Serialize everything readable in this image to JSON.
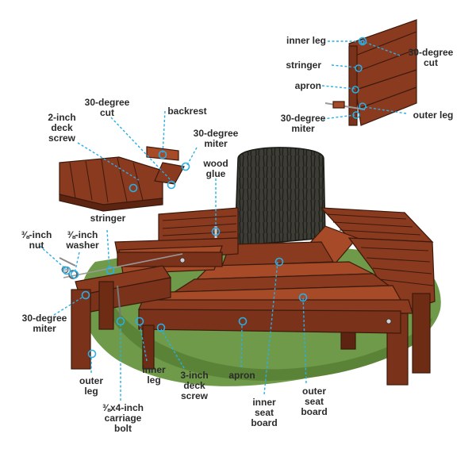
{
  "labels": {
    "inner_leg_top": "inner leg",
    "stringer_top": "stringer",
    "apron_top": "apron",
    "miter_top_1": "30-degree",
    "miter_top_2": "miter",
    "cut_top_1": "30-degree",
    "cut_top_2": "cut",
    "outer_leg_top": "outer leg",
    "deck_screw_1": "2-inch",
    "deck_screw_2": "deck",
    "deck_screw_3": "screw",
    "cut_mid_1": "30-degree",
    "cut_mid_2": "cut",
    "backrest": "backrest",
    "miter_mid_1": "30-degree",
    "miter_mid_2": "miter",
    "glue_1": "wood",
    "glue_2": "glue",
    "stringer_mid": "stringer",
    "nut_1": "⅜-inch",
    "nut_2": "nut",
    "washer_1": "⅜-inch",
    "washer_2": "washer",
    "miter_low_1": "30-degree",
    "miter_low_2": "miter",
    "outer_leg_1": "outer",
    "outer_leg_2": "leg",
    "bolt_1": "⅜x4-inch",
    "bolt_2": "carriage",
    "bolt_3": "bolt",
    "inner_leg_1": "inner",
    "inner_leg_2": "leg",
    "screw3_1": "3-inch",
    "screw3_2": "deck",
    "screw3_3": "screw",
    "apron_low": "apron",
    "inner_seat_1": "inner",
    "inner_seat_2": "seat",
    "inner_seat_3": "board",
    "outer_seat_1": "outer",
    "outer_seat_2": "seat",
    "outer_seat_3": "board"
  },
  "colors": {
    "wood": "#8a3a1f",
    "wood_dark": "#5e2412",
    "wood_light": "#a64a28",
    "grass": "#6f9a4a",
    "trunk": "#3a3a34",
    "leader": "#29aee6"
  }
}
